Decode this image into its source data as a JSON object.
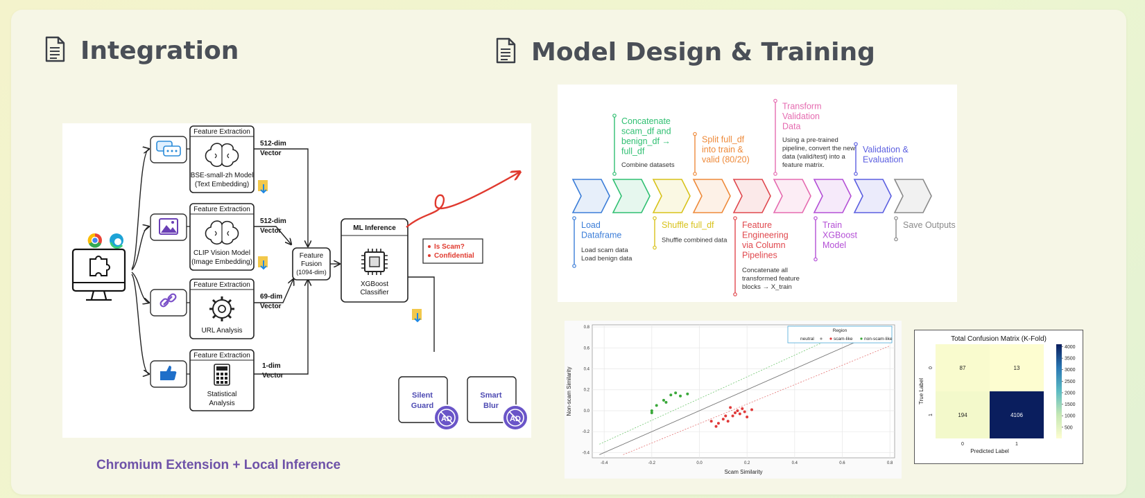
{
  "headings": {
    "integration": "Integration",
    "model_design": "Model Design & Training"
  },
  "integration_diagram": {
    "caption": "Chromium Extension + Local Inference",
    "pipeline": [
      {
        "header": "Feature Extraction",
        "line1": "BSE-small-zh Model",
        "line2": "(Text Embedding)",
        "dim": "512-dim",
        "unit": "Vector",
        "input_icon": "chat-icon",
        "model_icon": "brain-icon"
      },
      {
        "header": "Feature Extraction",
        "line1": "CLIP Vision Model",
        "line2": "(Image Embedding)",
        "dim": "512-dim",
        "unit": "Vector",
        "input_icon": "image-icon",
        "model_icon": "brain-icon"
      },
      {
        "header": "Feature Extraction",
        "line1": "URL Analysis",
        "line2": "",
        "dim": "69-dim",
        "unit": "Vector",
        "input_icon": "link-icon",
        "model_icon": "gear-icon"
      },
      {
        "header": "Feature Extraction",
        "line1": "Statistical",
        "line2": "Analysis",
        "dim": "1-dim",
        "unit": "Vector",
        "input_icon": "thumbs-up-icon",
        "model_icon": "calculator-icon"
      }
    ],
    "fusion": {
      "line1": "Feature",
      "line2": "Fusion",
      "line3": "(1094-dim)"
    },
    "ml_inference": {
      "title": "ML Inference",
      "line1": "XGBoost",
      "line2": "Classifier"
    },
    "outputs": [
      "Is Scam?",
      "Confidential"
    ],
    "actions": [
      {
        "line1": "Silent",
        "line2": "Guard",
        "badge": "AD"
      },
      {
        "line1": "Smart",
        "line2": "Blur",
        "badge": "AD"
      }
    ],
    "colors": {
      "accent_red": "#e03a2f",
      "caption_purple": "#6e52a8",
      "action_blue": "#4e4bb3"
    }
  },
  "training_pipeline": {
    "steps": [
      {
        "title": "Load Dataframe",
        "notes": [
          "Load scam data",
          "Load benign data"
        ],
        "color": "#3b7dd8"
      },
      {
        "title": "Concatenate scam_df and benign_df → full_df",
        "notes": [
          "Combine datasets"
        ],
        "color": "#2fbf71"
      },
      {
        "title": "Shuffle full_df",
        "notes": [
          "Shuffle combined data"
        ],
        "color": "#d8c21a"
      },
      {
        "title": "Split full_df into train & valid (80/20)",
        "notes": [],
        "color": "#ee8a3a"
      },
      {
        "title": "Feature Engineering via Column Pipelines",
        "notes": [
          "Concatenate all transformed feature blocks → X_train"
        ],
        "color": "#e0484e"
      },
      {
        "title": "Transform Validation Data",
        "notes": [
          "Using a pre-trained pipeline, convert the new data (valid/test) into a feature matrix."
        ],
        "color": "#e56bb0"
      },
      {
        "title": "Train XGBoost Model",
        "notes": [],
        "color": "#b44fd6"
      },
      {
        "title": "Validation & Evaluation",
        "notes": [],
        "color": "#5b5ee0"
      },
      {
        "title": "Save Outputs",
        "notes": [],
        "color": "#8a8a8a"
      }
    ]
  },
  "chart_data": [
    {
      "type": "scatter",
      "title": "",
      "xlabel": "Scam Similarity",
      "ylabel": "Non-scam Similarity",
      "xlim": [
        -0.45,
        0.82
      ],
      "ylim": [
        -0.45,
        0.82
      ],
      "xticks": [
        "-0.4",
        "-0.2",
        "0.0",
        "0.2",
        "0.4",
        "0.6",
        "0.8"
      ],
      "yticks": [
        "-0.4",
        "-0.2",
        "0.0",
        "0.2",
        "0.4",
        "0.6",
        "0.8"
      ],
      "legend": {
        "title": "Region",
        "entries": [
          "neutral",
          "scam-like",
          "non-scam-like"
        ],
        "placement": "top-right"
      },
      "grid": true,
      "series": [
        {
          "name": "scam-like",
          "color": "#e03a3a",
          "x": [
            0.05,
            0.08,
            0.1,
            0.12,
            0.14,
            0.15,
            0.16,
            0.17,
            0.18,
            0.2,
            0.07,
            0.13,
            0.19,
            0.22,
            0.11
          ],
          "y": [
            -0.1,
            -0.12,
            -0.08,
            -0.1,
            -0.05,
            -0.02,
            0.0,
            -0.03,
            0.02,
            -0.06,
            -0.15,
            0.03,
            -0.01,
            0.01,
            -0.05
          ]
        },
        {
          "name": "non-scam-like",
          "color": "#3aa83a",
          "x": [
            -0.2,
            -0.18,
            -0.15,
            -0.12,
            -0.1,
            -0.08,
            -0.05,
            -0.2,
            -0.14
          ],
          "y": [
            0.0,
            0.05,
            0.1,
            0.15,
            0.17,
            0.14,
            0.16,
            -0.02,
            0.08
          ]
        }
      ]
    },
    {
      "type": "heatmap",
      "title": "Total Confusion Matrix (K-Fold)",
      "xlabel": "Predicted Label",
      "ylabel": "True Label",
      "x_categories": [
        "0",
        "1"
      ],
      "y_categories": [
        "0",
        "1"
      ],
      "values": [
        [
          87,
          13
        ],
        [
          194,
          4106
        ]
      ],
      "colorbar_ticks": [
        500,
        1000,
        1500,
        2000,
        2500,
        3000,
        3500,
        4000
      ],
      "colorbar_range": [
        13,
        4106
      ],
      "colormap": [
        "#fdfdd0",
        "#c6e8b4",
        "#5dbcc3",
        "#2a78b4",
        "#0a1e5e"
      ]
    }
  ]
}
